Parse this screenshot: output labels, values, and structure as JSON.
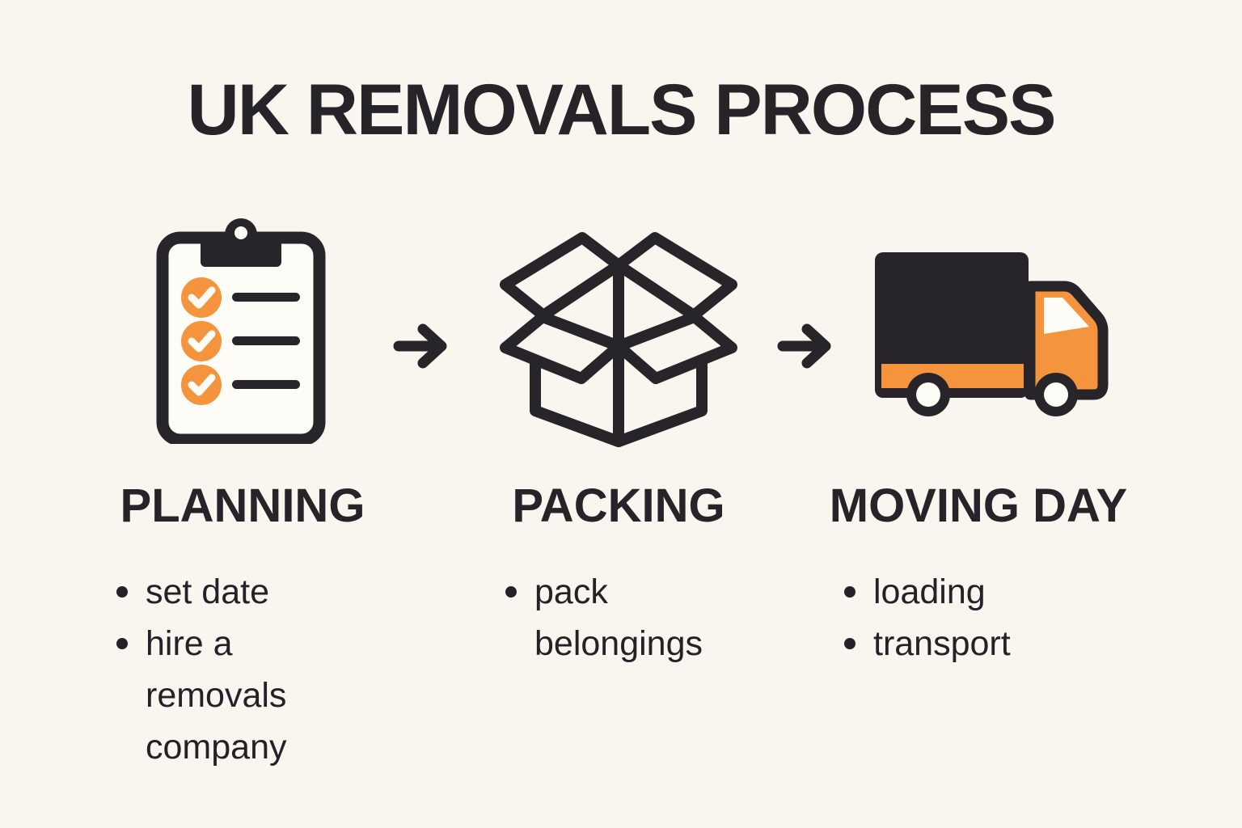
{
  "title": "UK REMOVALS PROCESS",
  "colors": {
    "background": "#f9f6ef",
    "dark": "#27252a",
    "orange": "#f5943c",
    "paper": "#fdfcf7"
  },
  "steps": [
    {
      "heading": "PLANNING",
      "icon": "clipboard-checklist-icon",
      "bullets": [
        "set date",
        "hire a removals company"
      ]
    },
    {
      "heading": "PACKING",
      "icon": "open-box-icon",
      "bullets": [
        "pack belongings"
      ]
    },
    {
      "heading": "MOVING DAY",
      "icon": "moving-truck-icon",
      "bullets": [
        "loading",
        "transport"
      ]
    }
  ],
  "connectors": [
    {
      "icon": "right-arrow-icon"
    },
    {
      "icon": "right-arrow-icon"
    }
  ]
}
